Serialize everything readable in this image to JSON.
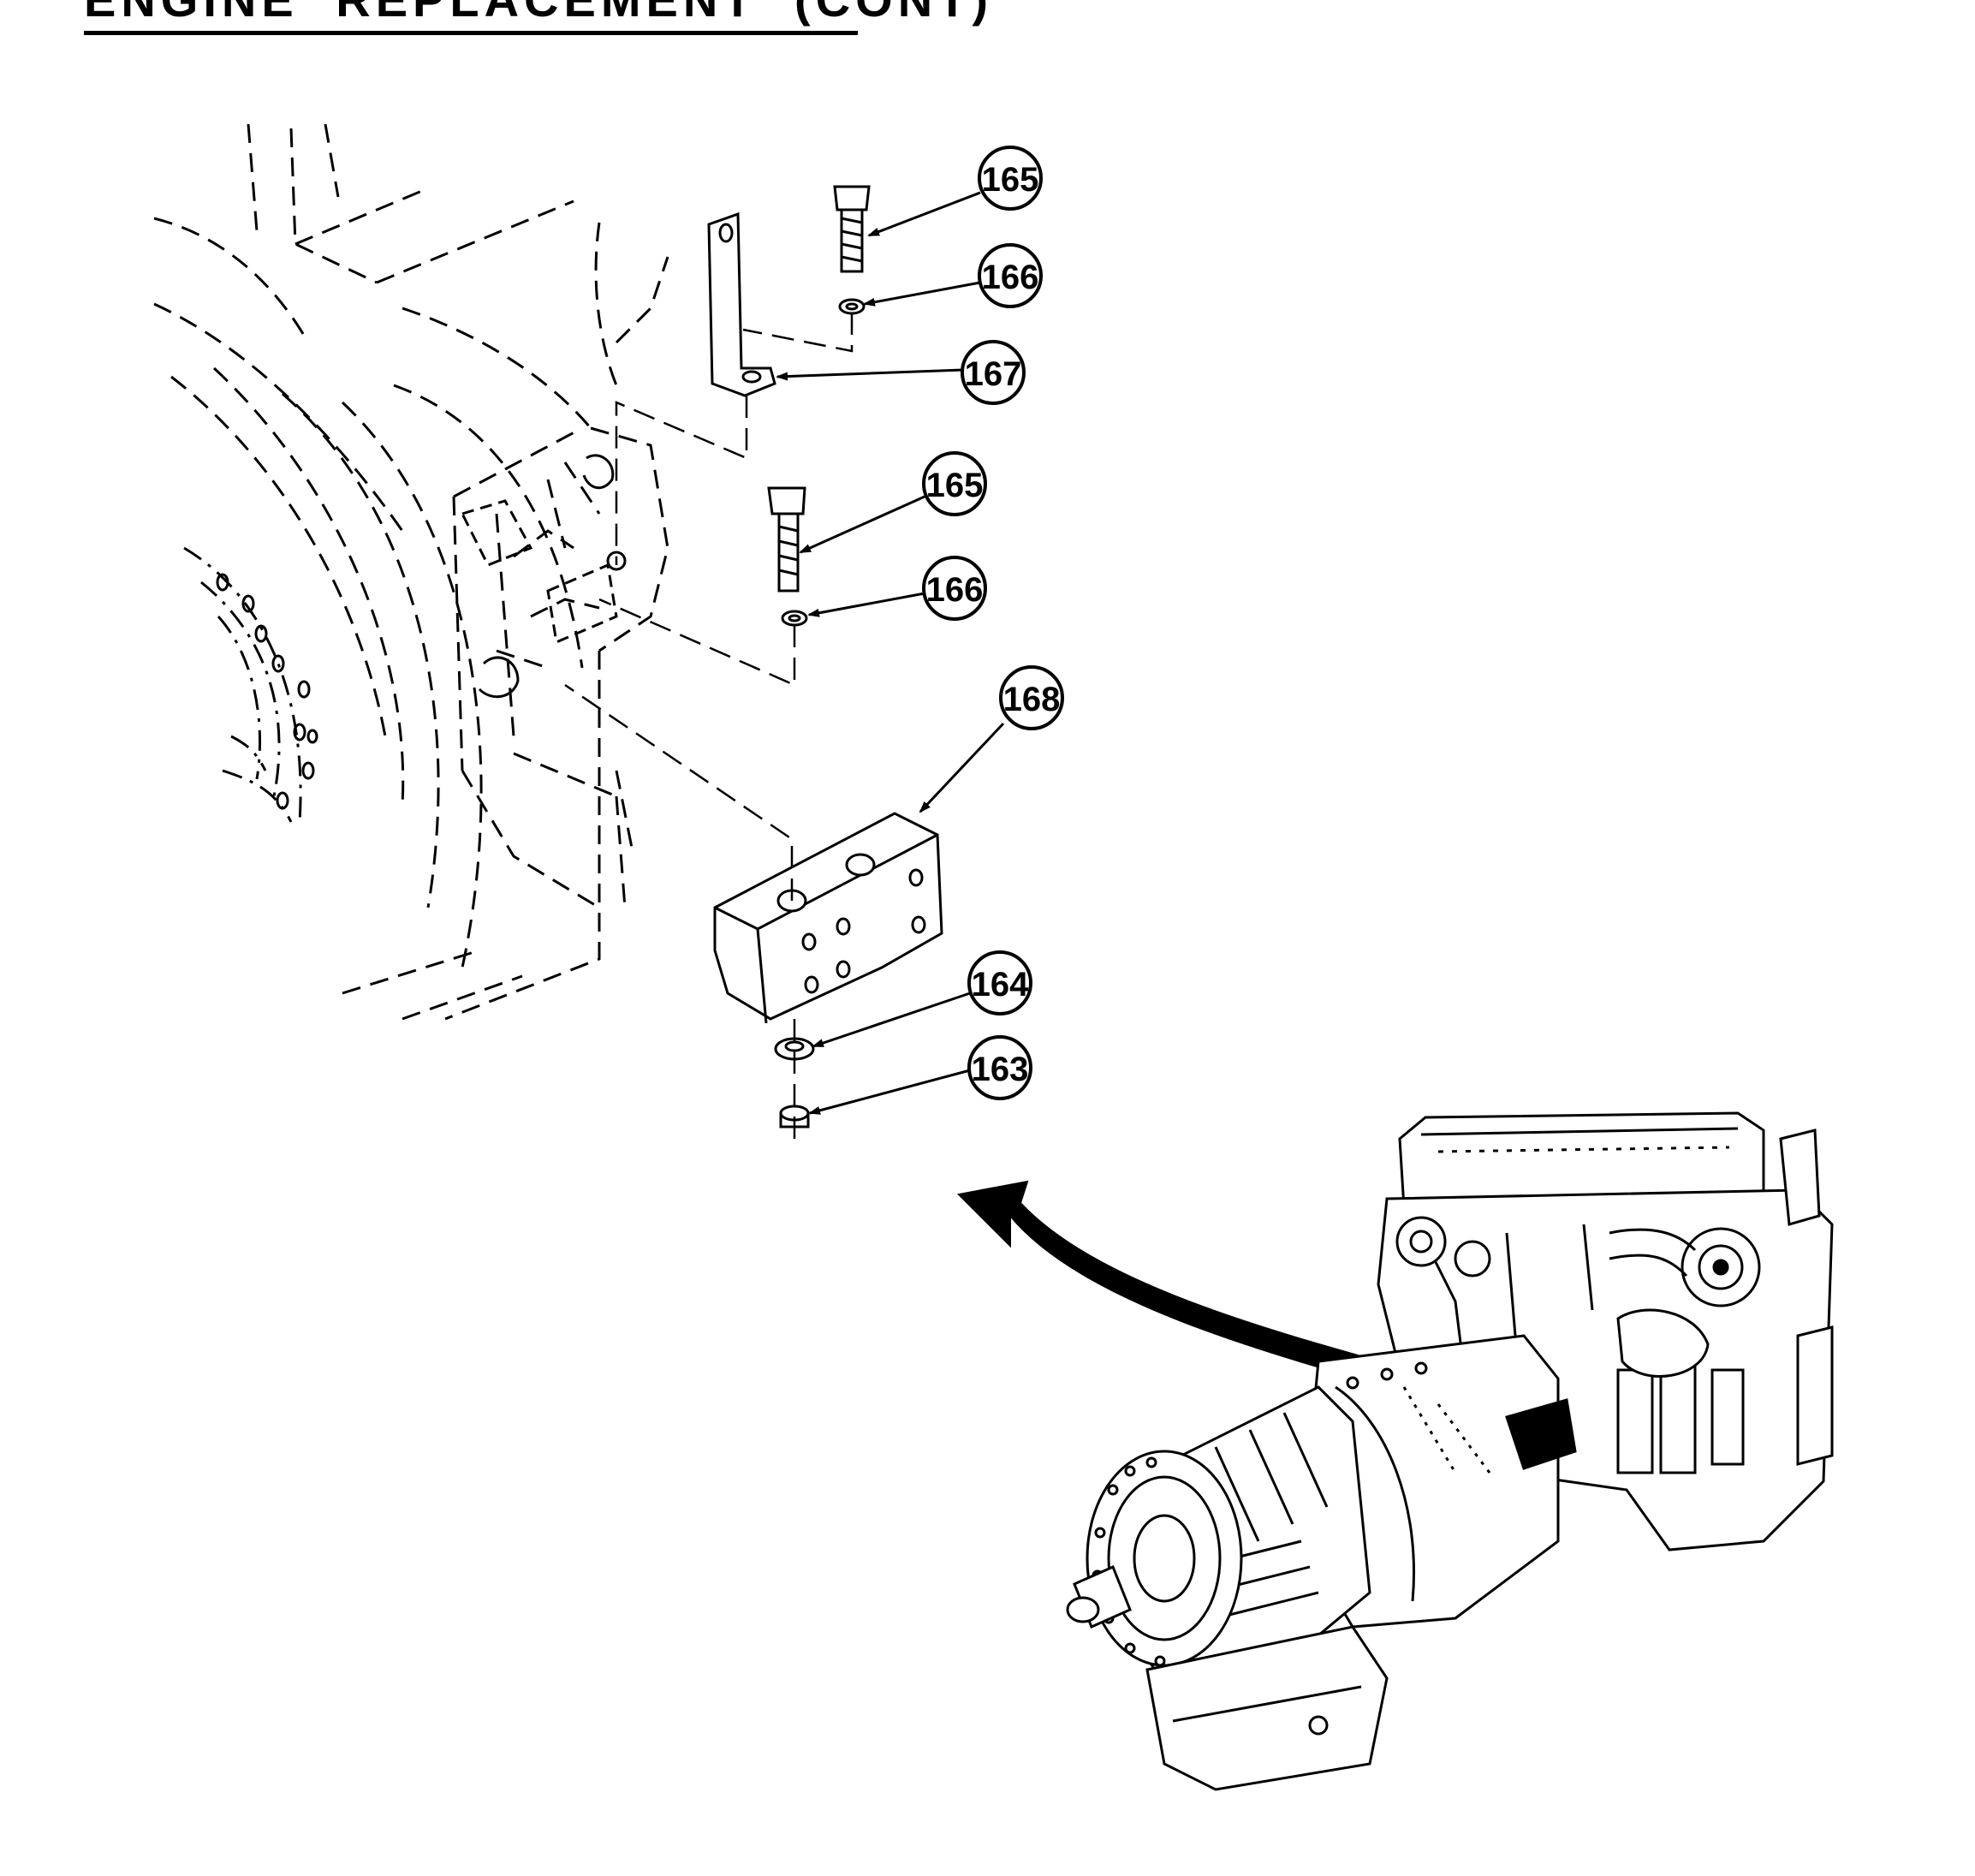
{
  "page": {
    "title": "ENGINE REPLACEMENT (CONT)"
  },
  "callouts": [
    {
      "id": "c1",
      "label": "165"
    },
    {
      "id": "c2",
      "label": "166"
    },
    {
      "id": "c3",
      "label": "167"
    },
    {
      "id": "c4",
      "label": "165"
    },
    {
      "id": "c5",
      "label": "166"
    },
    {
      "id": "c6",
      "label": "168"
    },
    {
      "id": "c7",
      "label": "164"
    },
    {
      "id": "c8",
      "label": "163"
    }
  ],
  "colors": {
    "ink": "#000000",
    "paper": "#ffffff"
  }
}
